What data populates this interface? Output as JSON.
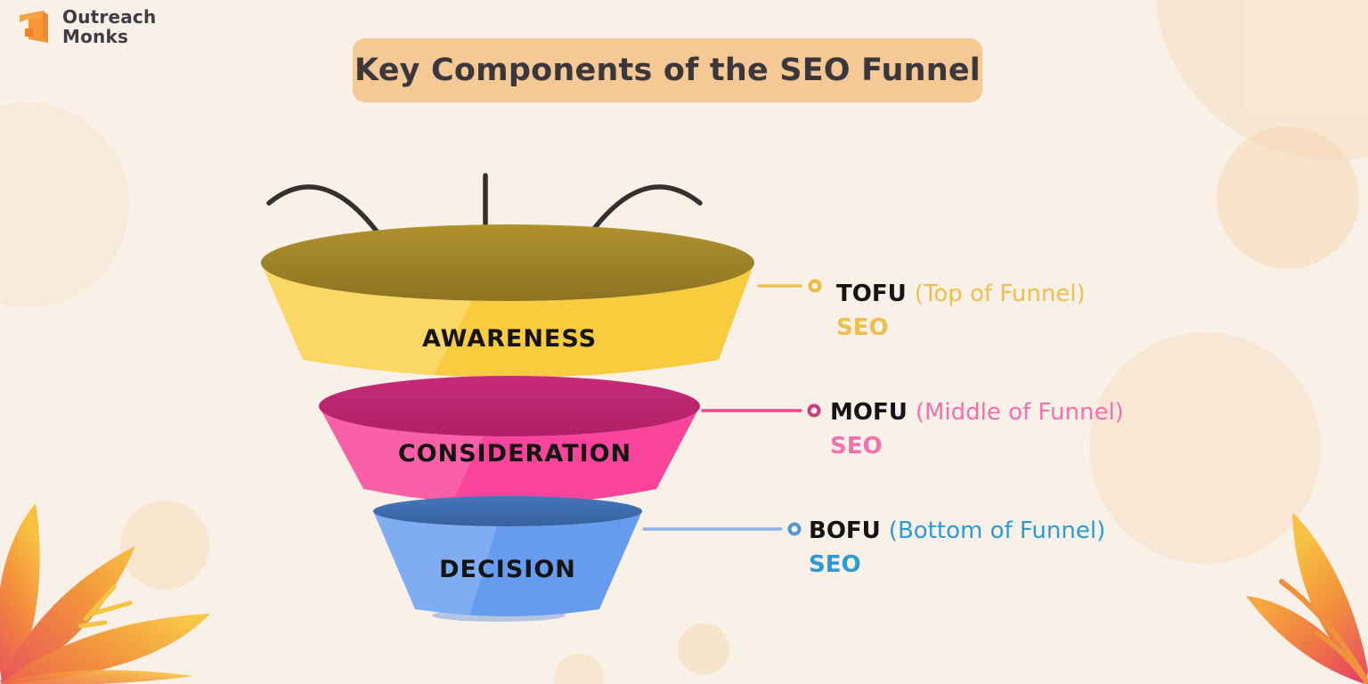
{
  "brand": {
    "line1": "Outreach",
    "line2": "Monks"
  },
  "title": "Key Components of the SEO Funnel",
  "funnel": {
    "stages": [
      {
        "label": "AWARENESS",
        "body_color": "#F9CB3F",
        "body_highlight": "#FBD765",
        "top_color": "#8C7320"
      },
      {
        "label": "CONSIDERATION",
        "body_color": "#F8459B",
        "body_highlight": "#FA60A7",
        "top_color": "#BC2470"
      },
      {
        "label": "DECISION",
        "body_color": "#659CEF",
        "body_highlight": "#7FACF3",
        "top_color": "#3E6DB2"
      }
    ]
  },
  "legend": [
    {
      "abbr": "TOFU",
      "paren": "(Top of Funnel)",
      "line2": "SEO",
      "accent": "#EFBF4B",
      "line_color": "#F2C14B",
      "ring_color": "#EFB945"
    },
    {
      "abbr": "MOFU",
      "paren": "(Middle of Funnel)",
      "line2": "SEO",
      "accent": "#F470AE",
      "line_color": "#E9488F",
      "ring_color": "#D23780"
    },
    {
      "abbr": "BOFU",
      "paren": "(Bottom of Funnel)",
      "line2": "SEO",
      "accent": "#2D9AD6",
      "line_color": "#90B2E7",
      "ring_color": "#4D97D3"
    }
  ],
  "colors": {
    "background": "#F9F1E7",
    "banner_bg": "#F6C893",
    "banner_text": "#3A383C",
    "arrow": "#33312E",
    "stage_label_text": "#161412"
  }
}
